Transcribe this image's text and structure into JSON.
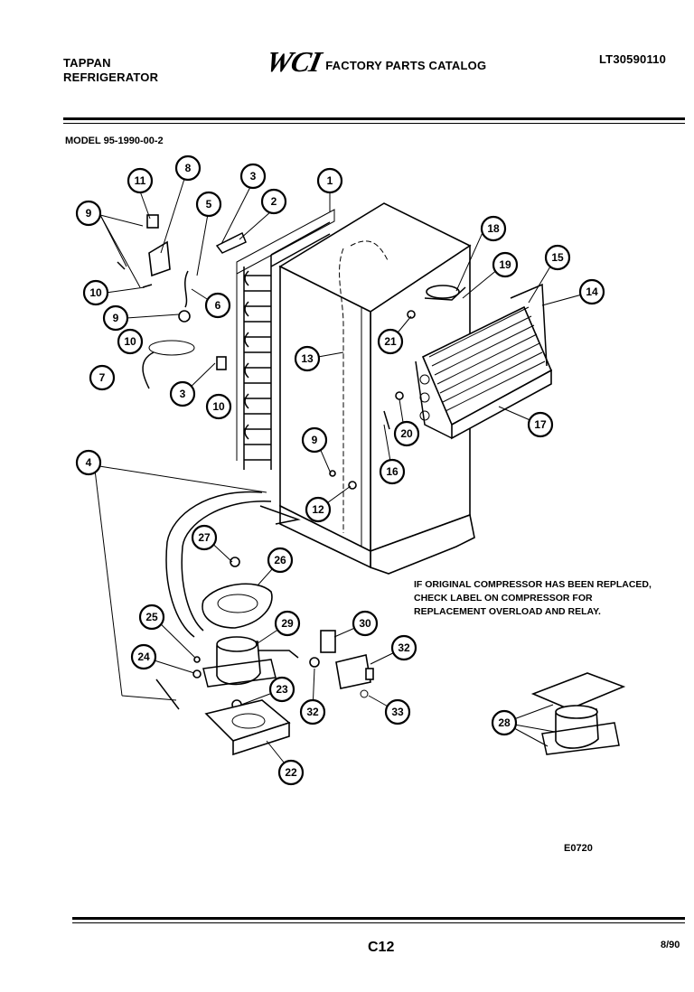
{
  "header": {
    "brand_line1": "TAPPAN",
    "brand_line2": "REFRIGERATOR",
    "logo_text": "WCI",
    "catalog_title": "FACTORY PARTS CATALOG",
    "document_number": "LT30590110"
  },
  "model_label": "MODEL 95-1990-00-2",
  "note_lines": [
    "IF ORIGINAL COMPRESSOR HAS BEEN REPLACED,",
    "CHECK LABEL ON COMPRESSOR FOR",
    "REPLACEMENT OVERLOAD AND RELAY."
  ],
  "figure_code": "E0720",
  "page_code": "C12",
  "date_code": "8/90",
  "callouts": [
    "1",
    "2",
    "3",
    "3",
    "4",
    "5",
    "6",
    "7",
    "8",
    "9",
    "9",
    "9",
    "10",
    "10",
    "10",
    "11",
    "12",
    "13",
    "14",
    "15",
    "16",
    "17",
    "18",
    "19",
    "20",
    "21",
    "22",
    "23",
    "24",
    "25",
    "26",
    "27",
    "28",
    "29",
    "30",
    "32",
    "32",
    "33"
  ]
}
